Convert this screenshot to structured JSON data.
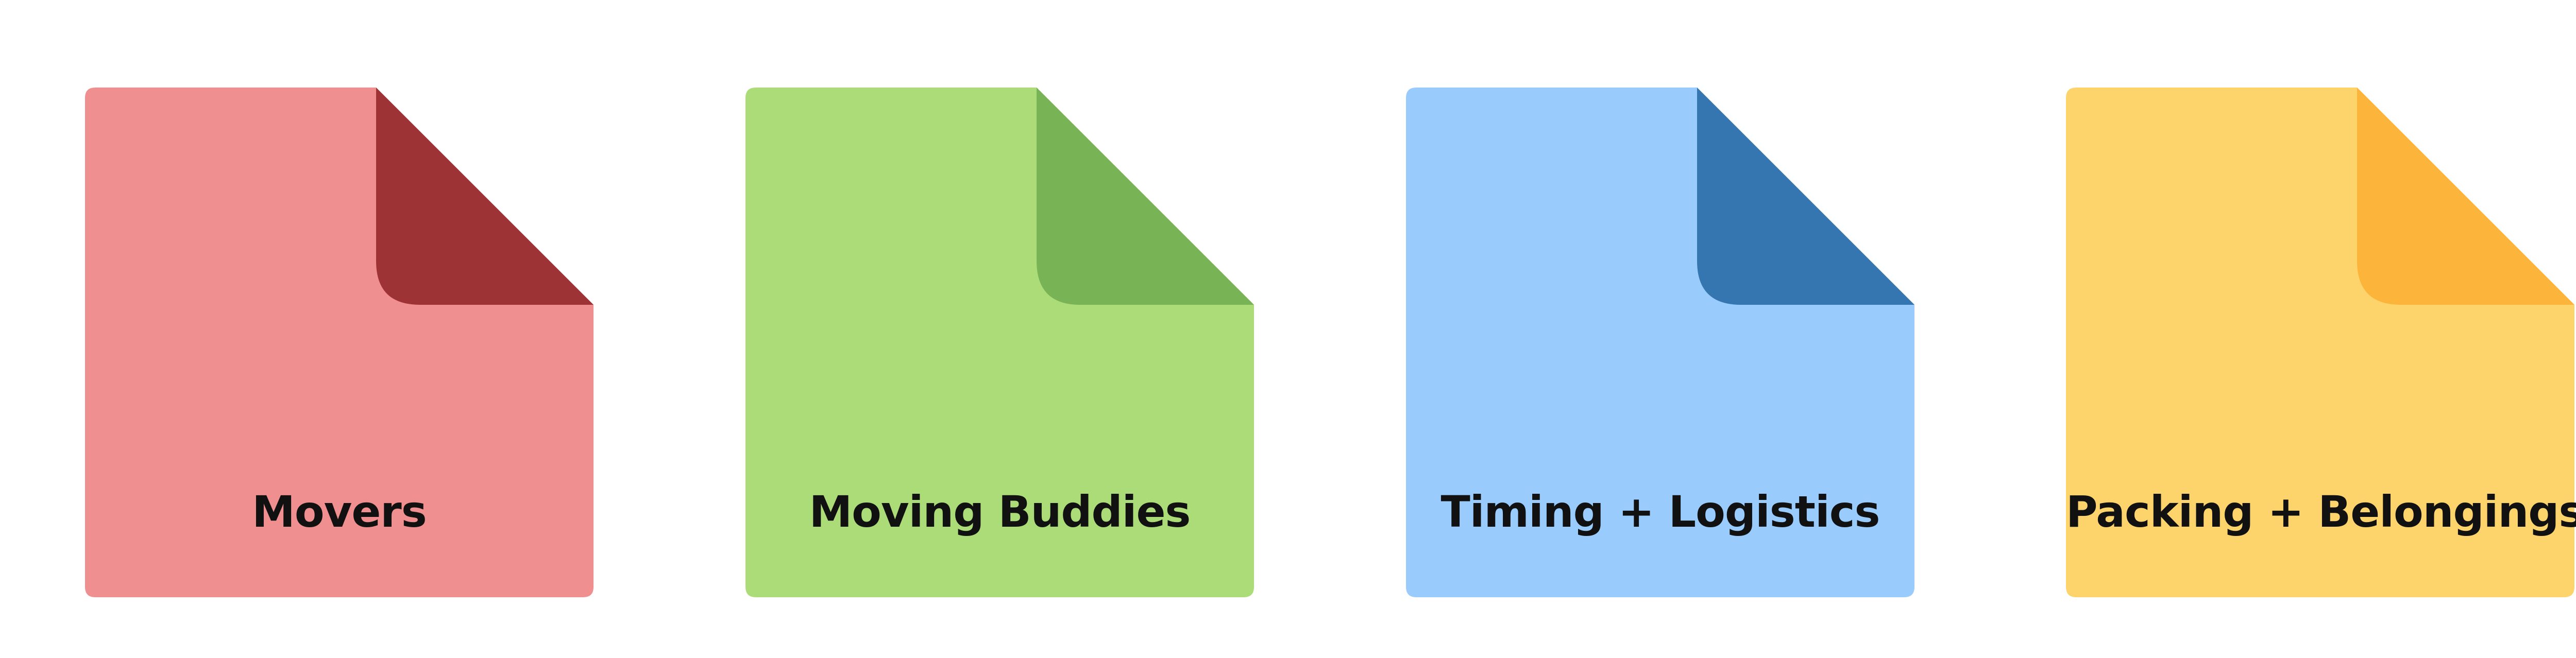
{
  "cards": [
    {
      "label": "Movers",
      "color": "#EF8F8F",
      "fold_color": "#9E3335"
    },
    {
      "label": "Moving Buddies",
      "color": "#ACDC78",
      "fold_color": "#78B356"
    },
    {
      "label": "Timing + Logistics",
      "color": "#99CCFD",
      "fold_color": "#3575B0"
    },
    {
      "label": "Packing + Belongings",
      "color": "#FDD46C",
      "fold_color": "#FDB43A"
    }
  ]
}
